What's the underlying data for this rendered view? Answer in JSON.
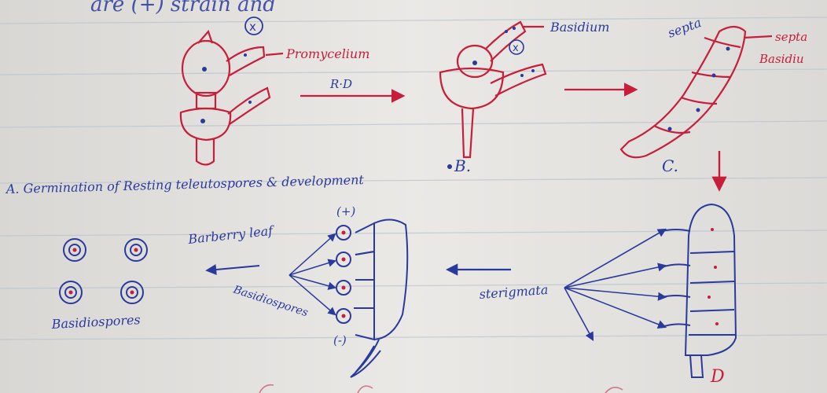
{
  "palette": {
    "paper": "#e7e5e2",
    "rule_line": "#b9c4cf",
    "red_ink": "#c81e3a",
    "blue_ink": "#2a3a9c",
    "pencil": "#7a7a80"
  },
  "labels": {
    "top_partial": "are (+) strain and",
    "circled_x": "x",
    "promycelium": "Promycelium",
    "rd": "R·D",
    "basidium": "Basidium",
    "septa": "septa",
    "septa_right": "septa",
    "basidium_right": "Basidiu",
    "fig_b": "B.",
    "fig_c": "C.",
    "caption_a": "A. Germination of Resting teleutospores & development",
    "plus_mark": "(+)",
    "minus_mark": "(-)",
    "barberry_leaf": "Barberry leaf",
    "basidiospores_side": "Basidiospores",
    "basidiospores_bottom": "Basidiospores",
    "sterigmata": "sterigmata",
    "fig_d": "D"
  }
}
